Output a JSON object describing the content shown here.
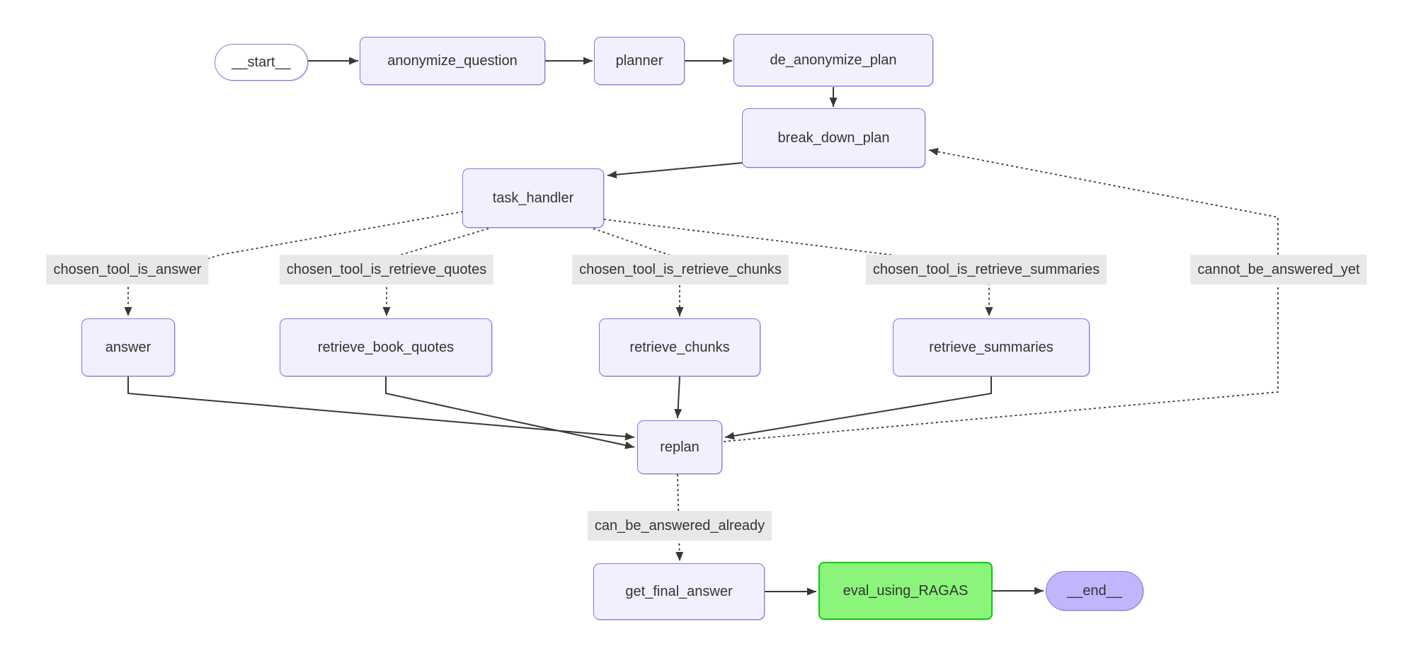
{
  "diagram": {
    "kind": "langgraph-flowchart",
    "colors": {
      "page_bg": "#ffffff",
      "node_fill": "#f2f0ff",
      "node_border": "#9370db",
      "start_fill": "#ffffff",
      "end_fill": "#bfb6fc",
      "eval_fill": "#8bf57b",
      "eval_border": "#12c412",
      "edge_label_bg": "#e8e8e8",
      "edge_line": "#383838",
      "text_color": "#333333"
    },
    "nodes": [
      {
        "id": "start",
        "label": "__start__",
        "shape": "stadium"
      },
      {
        "id": "anonymize_question",
        "label": "anonymize_question",
        "shape": "rect"
      },
      {
        "id": "planner",
        "label": "planner",
        "shape": "rect"
      },
      {
        "id": "de_anonymize_plan",
        "label": "de_anonymize_plan",
        "shape": "rect"
      },
      {
        "id": "break_down_plan",
        "label": "break_down_plan",
        "shape": "rect"
      },
      {
        "id": "task_handler",
        "label": "task_handler",
        "shape": "rect"
      },
      {
        "id": "answer",
        "label": "answer",
        "shape": "rect"
      },
      {
        "id": "retrieve_book_quotes",
        "label": "retrieve_book_quotes",
        "shape": "rect"
      },
      {
        "id": "retrieve_chunks",
        "label": "retrieve_chunks",
        "shape": "rect"
      },
      {
        "id": "retrieve_summaries",
        "label": "retrieve_summaries",
        "shape": "rect"
      },
      {
        "id": "replan",
        "label": "replan",
        "shape": "rect"
      },
      {
        "id": "get_final_answer",
        "label": "get_final_answer",
        "shape": "rect"
      },
      {
        "id": "eval_using_RAGAS",
        "label": "eval_using_RAGAS",
        "shape": "rect-green"
      },
      {
        "id": "end",
        "label": "__end__",
        "shape": "stadium"
      }
    ],
    "edge_labels": [
      {
        "text": "chosen_tool_is_answer"
      },
      {
        "text": "chosen_tool_is_retrieve_quotes"
      },
      {
        "text": "chosen_tool_is_retrieve_chunks"
      },
      {
        "text": "chosen_tool_is_retrieve_summaries"
      },
      {
        "text": "cannot_be_answered_yet"
      },
      {
        "text": "can_be_answered_already"
      }
    ],
    "edges": [
      {
        "from": "__start__",
        "to": "anonymize_question",
        "style": "solid"
      },
      {
        "from": "anonymize_question",
        "to": "planner",
        "style": "solid"
      },
      {
        "from": "planner",
        "to": "de_anonymize_plan",
        "style": "solid"
      },
      {
        "from": "de_anonymize_plan",
        "to": "break_down_plan",
        "style": "solid"
      },
      {
        "from": "break_down_plan",
        "to": "task_handler",
        "style": "solid"
      },
      {
        "from": "task_handler",
        "to": "answer",
        "style": "dotted",
        "label": "chosen_tool_is_answer"
      },
      {
        "from": "task_handler",
        "to": "retrieve_book_quotes",
        "style": "dotted",
        "label": "chosen_tool_is_retrieve_quotes"
      },
      {
        "from": "task_handler",
        "to": "retrieve_chunks",
        "style": "dotted",
        "label": "chosen_tool_is_retrieve_chunks"
      },
      {
        "from": "task_handler",
        "to": "retrieve_summaries",
        "style": "dotted",
        "label": "chosen_tool_is_retrieve_summaries"
      },
      {
        "from": "answer",
        "to": "replan",
        "style": "solid"
      },
      {
        "from": "retrieve_book_quotes",
        "to": "replan",
        "style": "solid"
      },
      {
        "from": "retrieve_chunks",
        "to": "replan",
        "style": "solid"
      },
      {
        "from": "retrieve_summaries",
        "to": "replan",
        "style": "solid"
      },
      {
        "from": "replan",
        "to": "break_down_plan",
        "style": "dotted",
        "label": "cannot_be_answered_yet"
      },
      {
        "from": "replan",
        "to": "get_final_answer",
        "style": "dotted",
        "label": "can_be_answered_already"
      },
      {
        "from": "get_final_answer",
        "to": "eval_using_RAGAS",
        "style": "solid"
      },
      {
        "from": "eval_using_RAGAS",
        "to": "__end__",
        "style": "solid"
      }
    ]
  }
}
